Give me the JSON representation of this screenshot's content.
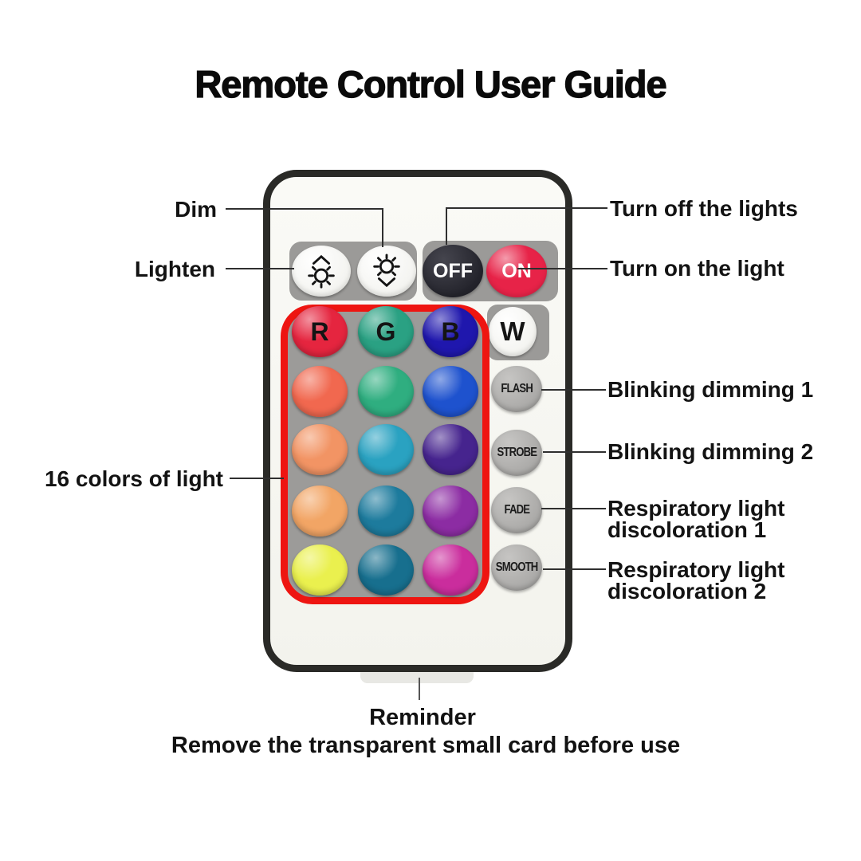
{
  "title": "Remote Control User Guide",
  "colors": {
    "remote-border": "#2a2a27",
    "remote-body": "#f7f7f2",
    "panel-gray": "#9b9a98",
    "grid-gray": "#9c9b99",
    "outline-red": "#ee1511",
    "off-bg": "#24242c",
    "on-bg": "#e72348",
    "mode-gray": "#a7a6a4",
    "line": "#2f2f2f",
    "text": "#121212"
  },
  "remote": {
    "power": {
      "off_label": "OFF",
      "on_label": "ON"
    },
    "white_label": "W",
    "icons": {
      "lighten": "sun-brightness-up-icon",
      "dim": "sun-brightness-down-icon"
    },
    "mode_buttons": [
      {
        "label": "FLASH"
      },
      {
        "label": "STROBE"
      },
      {
        "label": "FADE"
      },
      {
        "label": "SMOOTH"
      }
    ],
    "color_grid": {
      "rows": [
        [
          {
            "label": "R",
            "color": "#e5253f"
          },
          {
            "label": "G",
            "color": "#2aa183"
          },
          {
            "label": "B",
            "color": "#1f17ad"
          }
        ],
        [
          {
            "color": "#f1684f"
          },
          {
            "color": "#2fae80"
          },
          {
            "color": "#1e52ce"
          }
        ],
        [
          {
            "color": "#f29464"
          },
          {
            "color": "#2aa2c1"
          },
          {
            "color": "#46248e"
          }
        ],
        [
          {
            "color": "#f2a565"
          },
          {
            "color": "#1d7b9d"
          },
          {
            "color": "#8c2ca3"
          }
        ],
        [
          {
            "color": "#eaf04e"
          },
          {
            "color": "#176f8e"
          },
          {
            "color": "#ca2d9d"
          }
        ]
      ]
    }
  },
  "annotations": {
    "dim": "Dim",
    "lighten": "Lighten",
    "colors16": "16 colors of light",
    "turn_off": "Turn off the lights",
    "turn_on": "Turn on the light",
    "blink1": "Blinking dimming 1",
    "blink2": "Blinking dimming 2",
    "resp1_line1": "Respiratory light",
    "resp1_line2": "discoloration 1",
    "resp2_line1": "Respiratory light",
    "resp2_line2": "discoloration 2"
  },
  "footer": {
    "reminder": "Reminder",
    "note": "Remove the transparent small card before use"
  }
}
